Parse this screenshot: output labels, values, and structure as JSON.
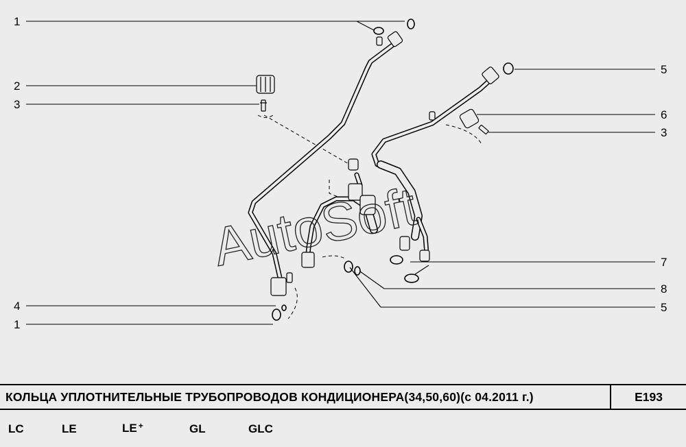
{
  "callouts": {
    "c1_top": "1",
    "c2": "2",
    "c3_left": "3",
    "c4": "4",
    "c1_bottom": "1",
    "c5_top": "5",
    "c6": "6",
    "c3_right": "3",
    "c7": "7",
    "c8": "8",
    "c5_bottom": "5"
  },
  "watermark": "AutoSoft",
  "title": "КОЛЬЦА УПЛОТНИТЕЛЬНЫЕ ТРУБОПРОВОДОВ КОНДИЦИОНЕРА(34,50,60)(с 04.2011 г.)",
  "code": "E193",
  "trims": [
    "LC",
    "LE",
    "LE",
    "GL",
    "GLC"
  ],
  "trim_plus": "+",
  "colors": {
    "background": "#ececec",
    "lines": "#000000"
  }
}
